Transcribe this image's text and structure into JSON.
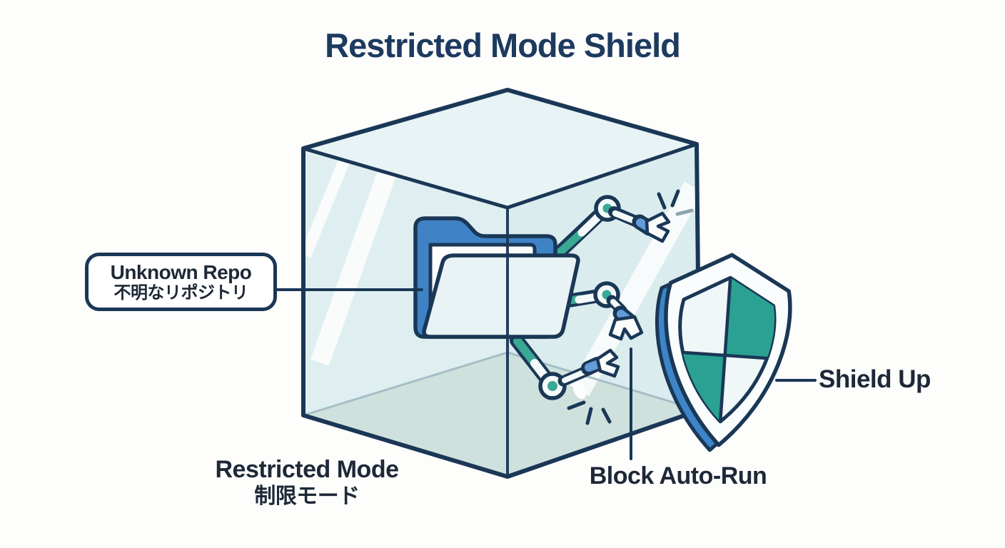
{
  "title": "Restricted Mode Shield",
  "callouts": {
    "unknown_repo": {
      "en": "Unknown Repo",
      "ja": "不明なリポジトリ"
    },
    "restricted_mode": {
      "en": "Restricted Mode",
      "ja": "制限モード"
    },
    "block_auto_run": {
      "en": "Block Auto-Run"
    },
    "shield_up": {
      "en": "Shield Up"
    }
  },
  "icons": {
    "cube": "glass-sandbox-cube",
    "folder": "unknown-repo-folder",
    "robot_arms": "auto-run-robot-arms",
    "shield": "protection-shield",
    "sparks": "blocked-spark-marks"
  },
  "colors": {
    "background": "#fdfdfc",
    "title_navy": "#1d3a5f",
    "label_text": "#1e2837",
    "outline": "#1a3756",
    "folder_blue": "#3f82c6",
    "wrist_blue": "#639dd8",
    "shield_blue": "#3d85c8",
    "teal": "#39a996",
    "teal_dark": "#2aa192",
    "cube_top": "#e7f3f4",
    "cube_left": "#dfeff1",
    "cube_right": "#dbecee",
    "floor": "#cfe1dd",
    "floor_line": "#a4bec6",
    "flap": "#e9f2f4",
    "paper": "#fefefe",
    "shield_white": "#fafdfd",
    "shield_inner": "#eff7f8",
    "spark_gray": "#8da4ac"
  }
}
